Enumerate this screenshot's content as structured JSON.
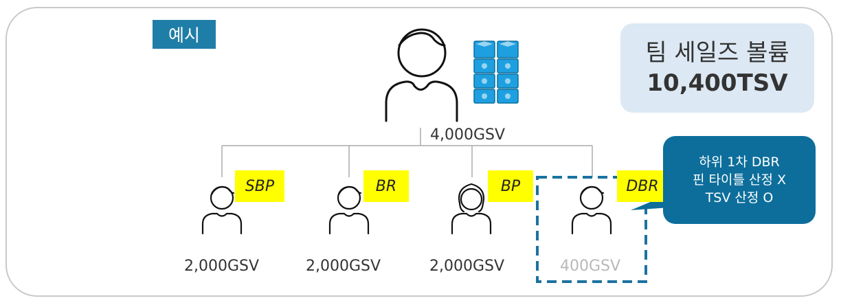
{
  "example_label": "예시",
  "team_summary": {
    "title": "팀 세일즈 볼륨",
    "value": "10,400TSV"
  },
  "top_member": {
    "volume": "4,000GSV",
    "stack_icon": "stacked-cubes-icon"
  },
  "downlines": [
    {
      "rank": "SBP",
      "volume": "2,000GSV",
      "avatar": "male-person-icon"
    },
    {
      "rank": "BR",
      "volume": "2,000GSV",
      "avatar": "male-person-icon"
    },
    {
      "rank": "BP",
      "volume": "2,000GSV",
      "avatar": "female-person-icon"
    },
    {
      "rank": "DBR",
      "volume": "400GSV",
      "avatar": "male-person-icon"
    }
  ],
  "callout": {
    "line1": "하위 1차 DBR",
    "line2": "핀 타이틀 산정 X",
    "line3": "TSV 산정 O"
  },
  "colors": {
    "tag_blue": "#1f7ea7",
    "summary_bg": "#dce8f3",
    "rank_yellow": "#ffff00",
    "callout_blue": "#0d6e9b",
    "cube_blue": "#1ea0e0",
    "dashed_box": "#1b72a0"
  }
}
